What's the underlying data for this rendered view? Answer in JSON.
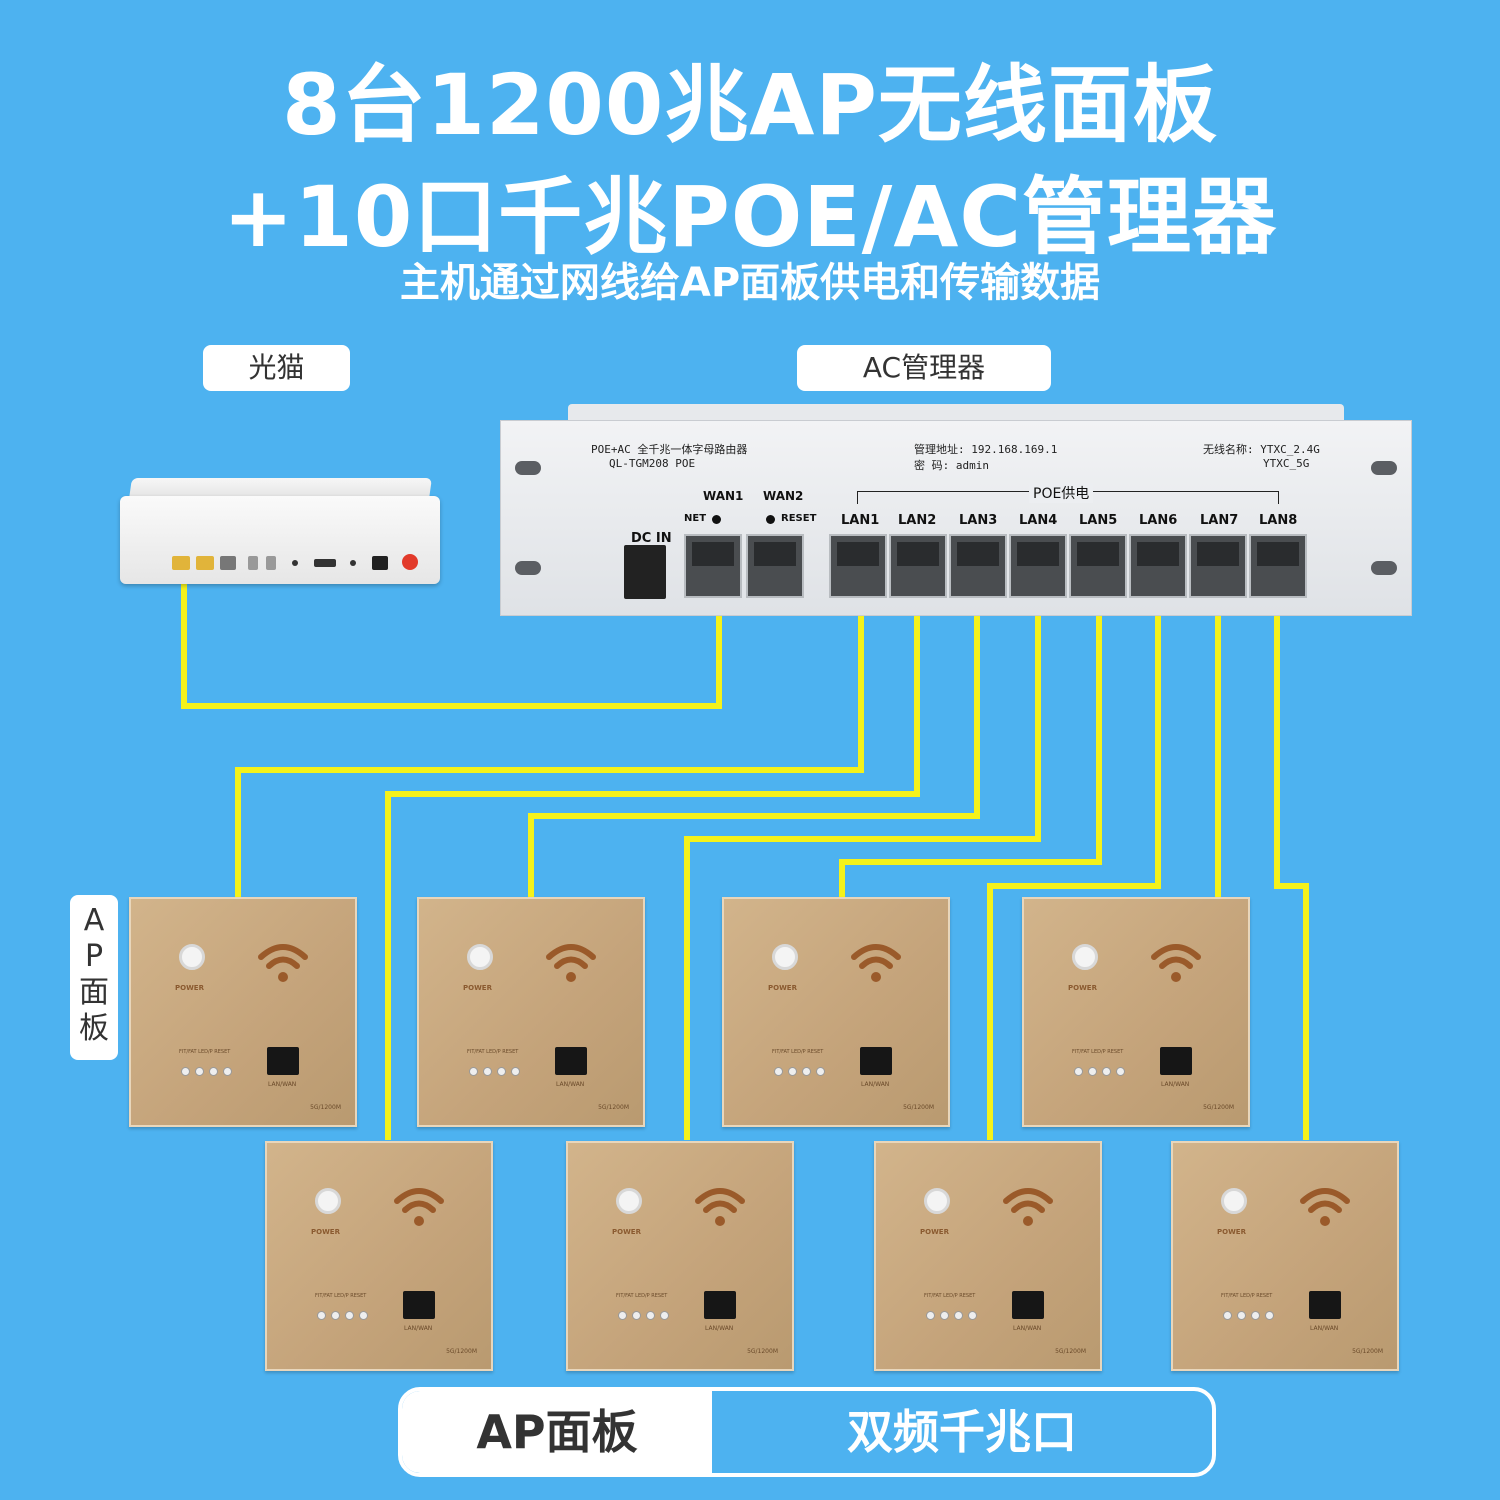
{
  "header": {
    "title_line1": "8台1200兆AP无线面板",
    "title_line2": "+10口千兆POE/AC管理器",
    "subtitle": "主机通过网线给AP面板供电和传输数据"
  },
  "labels": {
    "modem": "光猫",
    "ac_manager": "AC管理器",
    "ap_side": [
      "A",
      "P",
      "面",
      "板"
    ]
  },
  "ac_device": {
    "product_line1": "POE+AC 全千兆一体字母路由器",
    "product_line2": "QL-TGM208 POE",
    "mgmt_addr": "管理地址: 192.168.169.1",
    "password": "密   码: admin",
    "wifi_name": "无线名称: YTXC_2.4G",
    "wifi_name2": "YTXC_5G",
    "dc_in": "DC IN",
    "wan1": "WAN1",
    "wan2": "WAN2",
    "net": "NET",
    "reset": "RESET",
    "poe_label": "POE供电",
    "lan_ports": [
      "LAN1",
      "LAN2",
      "LAN3",
      "LAN4",
      "LAN5",
      "LAN6",
      "LAN7",
      "LAN8"
    ]
  },
  "ap_panel": {
    "power": "POWER",
    "led_labels": "FIT/FAT  LED/P  RESET",
    "port_label": "LAN/WAN",
    "model": "5G/1200M"
  },
  "bottom": {
    "left": "AP面板",
    "right": "双频千兆口"
  },
  "colors": {
    "background": "#4db2f0",
    "cable": "#f5f21a",
    "panel": "#c8a97e"
  }
}
